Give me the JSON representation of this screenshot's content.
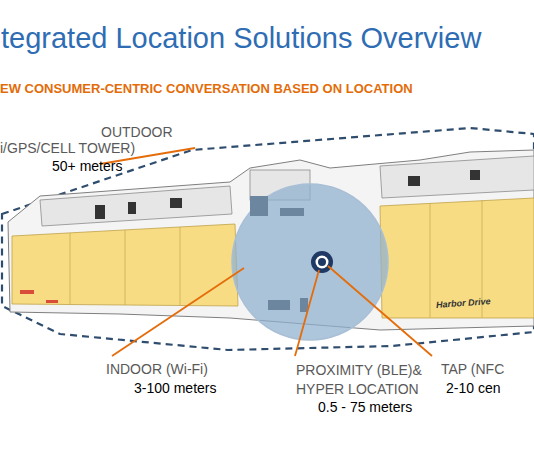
{
  "diagram": {
    "title": "tegrated Location Solutions Overview",
    "labels": [
      "EW CONSUMER-CENTRIC CONVERSATION BASED ON LOCATION",
      "OUTDOOR",
      "i/GPS/CELL TOWER)",
      "50+ meters",
      "INDOOR (Wi-Fi)",
      "3-100 meters",
      "PROXIMITY (BLE)& HYPER LOCATION",
      "0.5 - 75 meters",
      "TAP (NFC",
      "2-10 cen",
      "Harbor Drive"
    ]
  }
}
